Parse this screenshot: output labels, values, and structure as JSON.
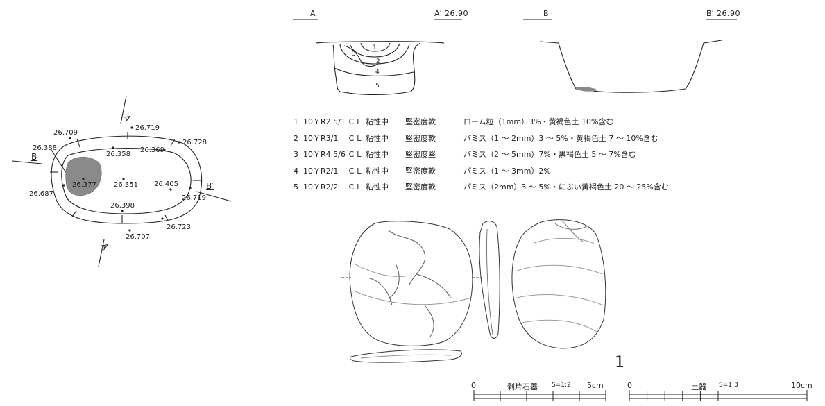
{
  "plan": {
    "points": [
      {
        "label": "26.719"
      },
      {
        "label": "26.709"
      },
      {
        "label": "26.388"
      },
      {
        "label": "26.728"
      },
      {
        "label": "26.358"
      },
      {
        "label": "26.369"
      },
      {
        "label": "26.377"
      },
      {
        "label": "26.351"
      },
      {
        "label": "26.405"
      },
      {
        "label": "26.687"
      },
      {
        "label": "26.719"
      },
      {
        "label": "26.398"
      },
      {
        "label": "26.723"
      },
      {
        "label": "26.707"
      }
    ],
    "axis_a": "A",
    "axis_a_prime": "A",
    "axis_b": "B",
    "axis_b_prime": "B′"
  },
  "sections": {
    "a_left": "A",
    "a_right": "A′ 26.90",
    "b_left": "B",
    "b_right": "B′ 26.90",
    "layer_numbers": [
      "1",
      "2",
      "3",
      "4",
      "5"
    ]
  },
  "layers": [
    {
      "no": "1",
      "color": "10ＹR2.5/1",
      "texture": "ＣＬ",
      "viscosity": "粘性中",
      "hardness": "堅密度軟",
      "note": "ローム粒（1mm）3%・黄褐色土 10%含む"
    },
    {
      "no": "2",
      "color": "10ＹR3/1",
      "texture": "ＣＬ",
      "viscosity": "粘性中",
      "hardness": "堅密度軟",
      "note": "パミス（1 ～ 2mm）3 ～ 5%・黄褐色土 7 ～ 10%含む"
    },
    {
      "no": "3",
      "color": "10ＹR4.5/6",
      "texture": "ＣＬ",
      "viscosity": "粘性中",
      "hardness": "堅密度堅",
      "note": "パミス（2 ～ 5mm）7%・黒褐色土 5 ～ 7%含む"
    },
    {
      "no": "4",
      "color": "10ＹR2/1",
      "texture": "ＣＬ",
      "viscosity": "粘性中",
      "hardness": "堅密度軟",
      "note": "パミス（1 ～ 3mm）2%"
    },
    {
      "no": "5",
      "color": "10ＹR2/2",
      "texture": "ＣＬ",
      "viscosity": "粘性中",
      "hardness": "堅密度軟",
      "note": "パミス（2mm）3 ～ 5%・にぶい黄褐色土 20 ～ 25%含む"
    }
  ],
  "artifact": {
    "number": "1"
  },
  "scales": {
    "stone": {
      "zero": "0",
      "label": "剥片石器",
      "ratio": "S=1:2",
      "end": "5cm"
    },
    "pottery": {
      "zero": "0",
      "label": "土器",
      "ratio": "S=1:3",
      "end": "10cm"
    }
  },
  "colors": {
    "shade": "#8a8a8a",
    "line": "#222222"
  }
}
